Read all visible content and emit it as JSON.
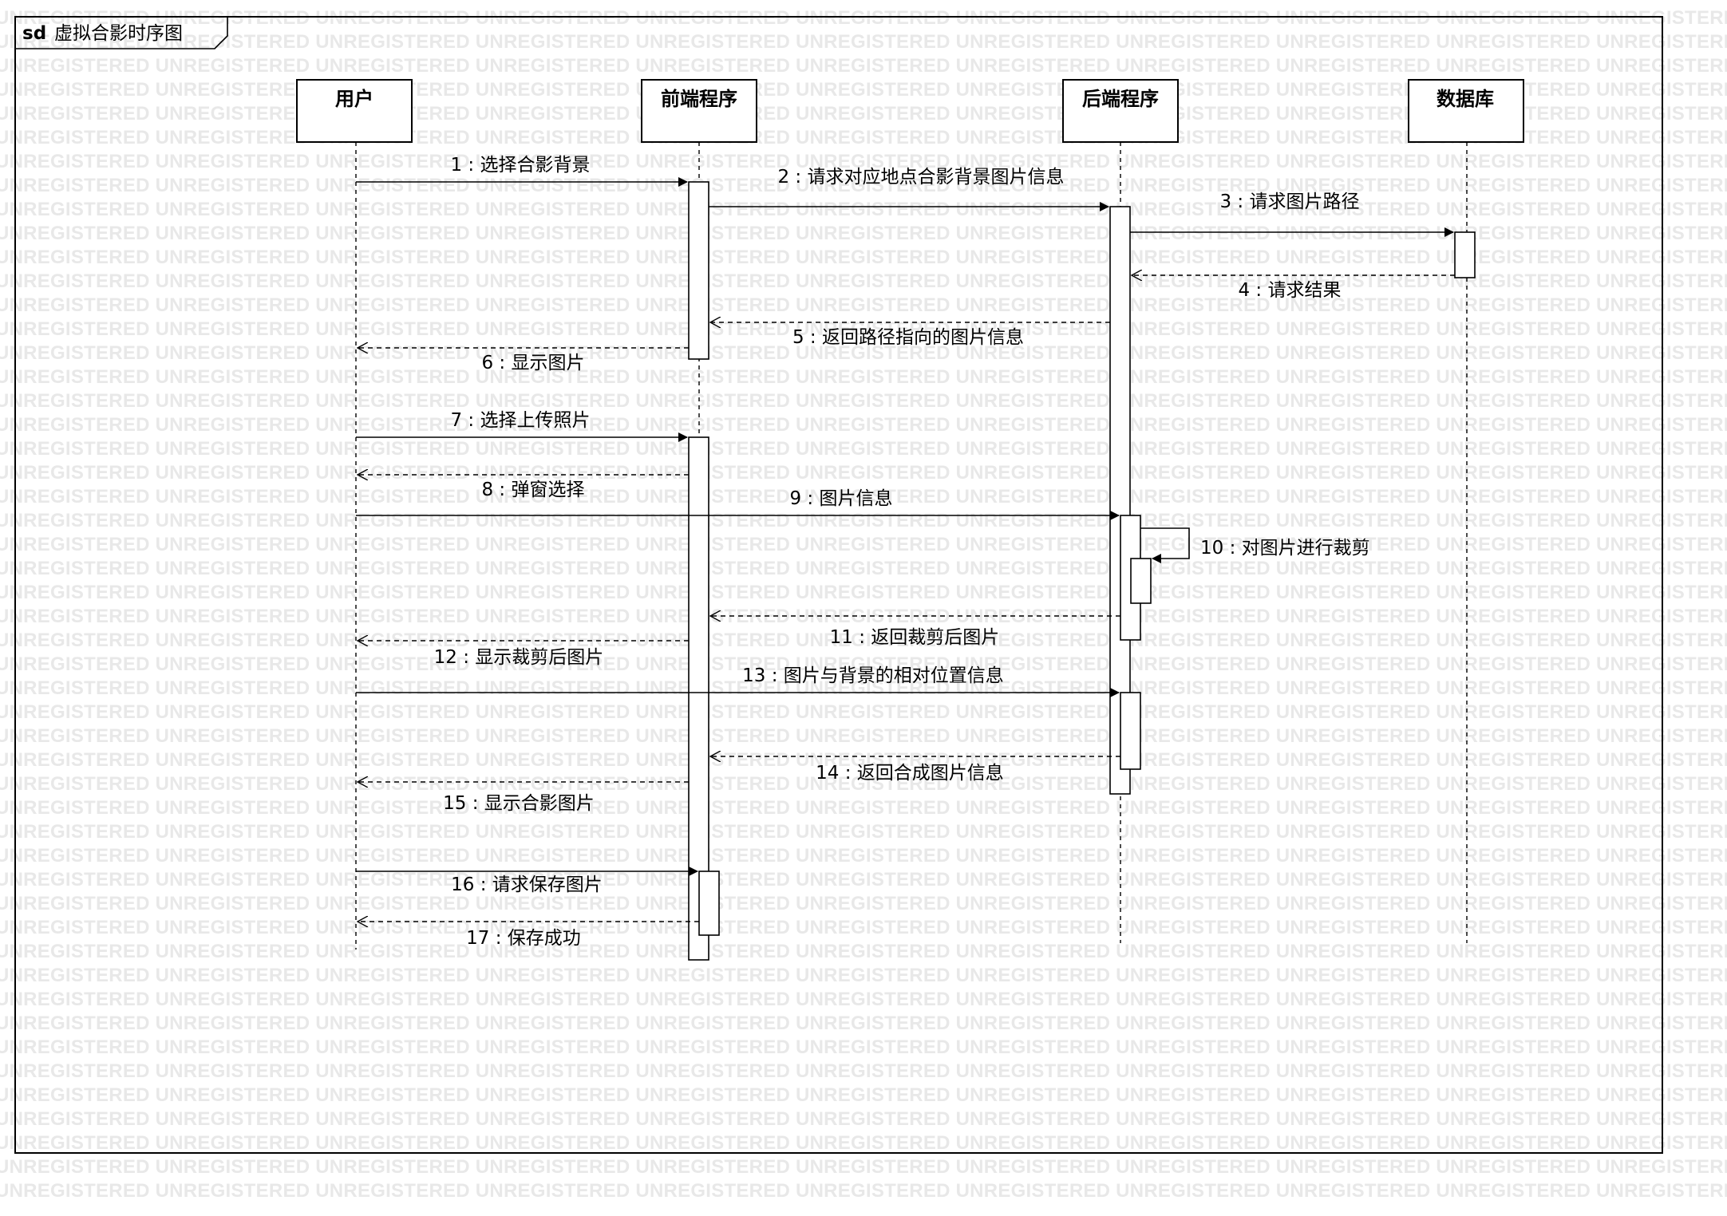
{
  "frame": {
    "keyword": "sd",
    "title": "虚拟合影时序图"
  },
  "watermark": {
    "text": "UNREGISTERED"
  },
  "lifelines": [
    {
      "id": "user",
      "label": "用户"
    },
    {
      "id": "frontend",
      "label": "前端程序"
    },
    {
      "id": "backend",
      "label": "后端程序"
    },
    {
      "id": "database",
      "label": "数据库"
    }
  ],
  "messages": [
    {
      "label": "1 : 选择合影背景",
      "from": "user",
      "to": "frontend",
      "kind": "sync"
    },
    {
      "label": "2 : 请求对应地点合影背景图片信息",
      "from": "frontend",
      "to": "backend",
      "kind": "sync"
    },
    {
      "label": "3 : 请求图片路径",
      "from": "backend",
      "to": "database",
      "kind": "sync"
    },
    {
      "label": "4 : 请求结果",
      "from": "database",
      "to": "backend",
      "kind": "reply"
    },
    {
      "label": "5 : 返回路径指向的图片信息",
      "from": "backend",
      "to": "frontend",
      "kind": "reply"
    },
    {
      "label": "6 : 显示图片",
      "from": "frontend",
      "to": "user",
      "kind": "reply"
    },
    {
      "label": "7 : 选择上传照片",
      "from": "user",
      "to": "frontend",
      "kind": "sync"
    },
    {
      "label": "8 : 弹窗选择",
      "from": "frontend",
      "to": "user",
      "kind": "reply"
    },
    {
      "label": "9 : 图片信息",
      "from": "user",
      "to": "backend",
      "kind": "sync"
    },
    {
      "label": "10 : 对图片进行裁剪",
      "from": "backend",
      "to": "backend",
      "kind": "self"
    },
    {
      "label": "11 : 返回裁剪后图片",
      "from": "backend",
      "to": "frontend",
      "kind": "reply"
    },
    {
      "label": "12 : 显示裁剪后图片",
      "from": "frontend",
      "to": "user",
      "kind": "reply"
    },
    {
      "label": "13 : 图片与背景的相对位置信息",
      "from": "user",
      "to": "backend",
      "kind": "sync"
    },
    {
      "label": "14 : 返回合成图片信息",
      "from": "backend",
      "to": "frontend",
      "kind": "reply"
    },
    {
      "label": "15 : 显示合影图片",
      "from": "frontend",
      "to": "user",
      "kind": "reply"
    },
    {
      "label": "16 : 请求保存图片",
      "from": "user",
      "to": "frontend",
      "kind": "sync"
    },
    {
      "label": "17 : 保存成功",
      "from": "frontend",
      "to": "user",
      "kind": "reply"
    }
  ],
  "colors": {
    "line": "#000000",
    "background": "#ffffff",
    "watermark": "#e8e8e8"
  }
}
